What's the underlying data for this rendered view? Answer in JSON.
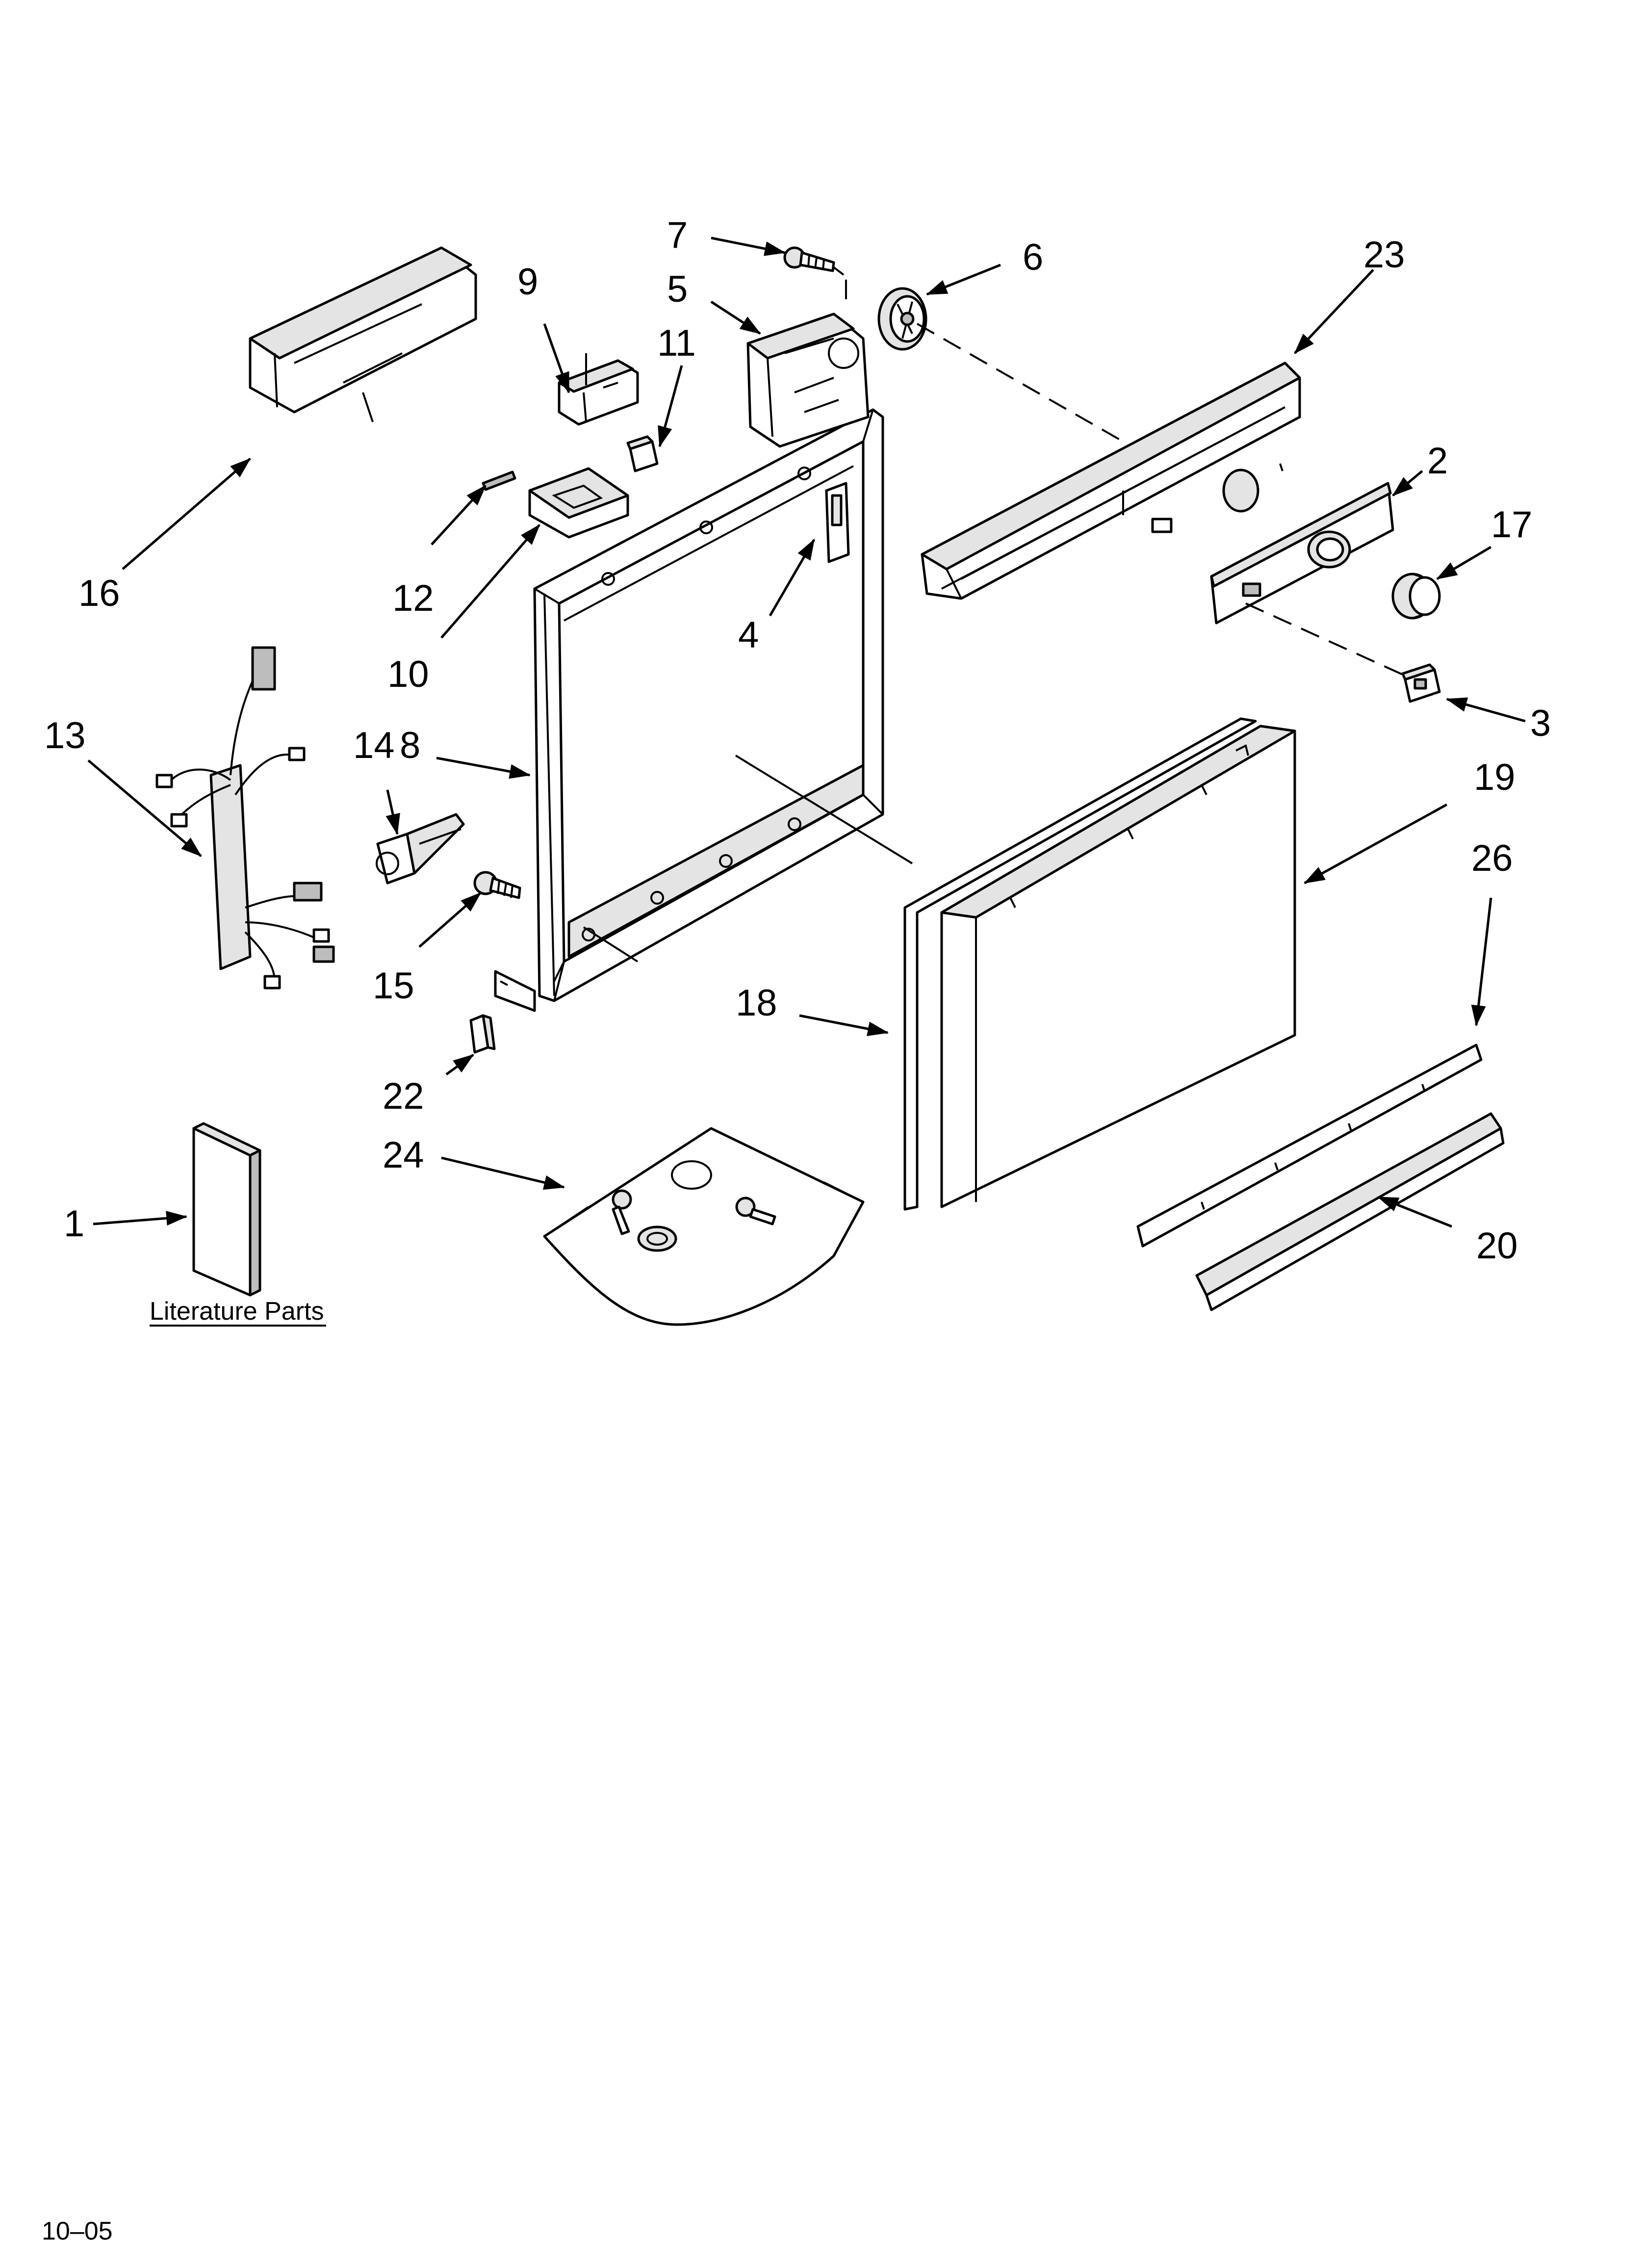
{
  "callouts": {
    "c1": "1",
    "c2": "2",
    "c3": "3",
    "c4": "4",
    "c5": "5",
    "c6": "6",
    "c7": "7",
    "c8": "8",
    "c9": "9",
    "c10": "10",
    "c11": "11",
    "c12": "12",
    "c13": "13",
    "c14": "14",
    "c15": "15",
    "c16": "16",
    "c17": "17",
    "c18": "18",
    "c19": "19",
    "c20": "20",
    "c22": "22",
    "c23": "23",
    "c24": "24",
    "c26": "26"
  },
  "literature_label": "Literature Parts",
  "footer_code": "10–05"
}
